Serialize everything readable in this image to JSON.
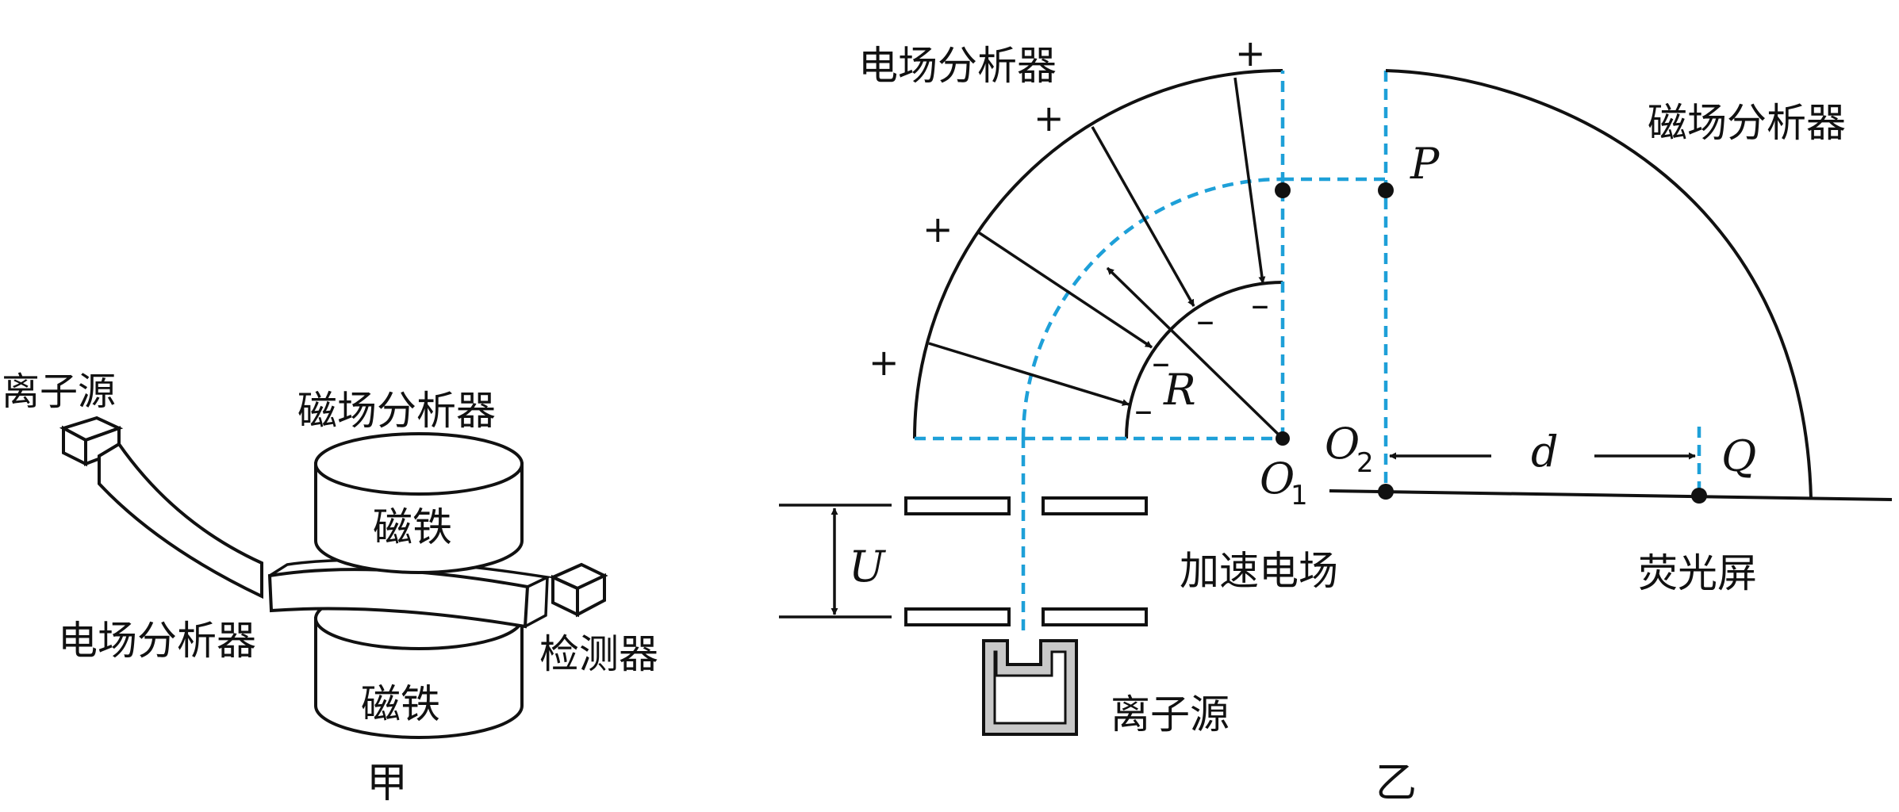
{
  "figure_jia": {
    "label_ion_source": "离子源",
    "label_magnetic_analyzer": "磁场分析器",
    "label_magnet_top": "磁铁",
    "label_magnet_bottom": "磁铁",
    "label_electric_analyzer": "电场分析器",
    "label_detector": "检测器",
    "caption": "甲"
  },
  "figure_yi": {
    "label_electric_analyzer": "电场分析器",
    "label_magnetic_analyzer": "磁场分析器",
    "label_accelerating_field": "加速电场",
    "label_screen": "荧光屏",
    "label_ion_source": "离子源",
    "caption": "乙",
    "plus_signs": [
      "+",
      "+",
      "+",
      "+"
    ],
    "minus_signs": [
      "–",
      "–",
      "–",
      "–"
    ],
    "symbol_R": "R",
    "symbol_U": "U",
    "symbol_P": "P",
    "symbol_Q": "Q",
    "symbol_d": "d",
    "symbol_O": "O",
    "sub_1": "1",
    "sub_2": "2"
  },
  "colors": {
    "ion_path": "#1ea0d8",
    "line": "#111111",
    "source_fill": "#c8c8c8"
  },
  "icons": [
    "arrow-head-icon",
    "dot-marker-icon"
  ]
}
